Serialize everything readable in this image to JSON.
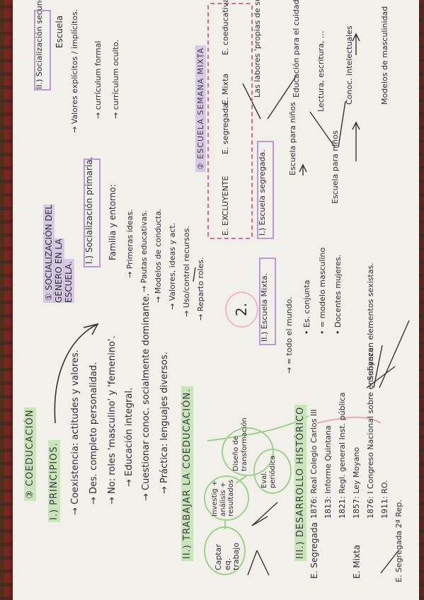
{
  "header": {
    "title": "③ COEDUCACIÓN",
    "principios_heading": "I.) PRINCIPIOS.",
    "principios": [
      "→ Coexistencia: actitudes y valores.",
      "→ Des. completo personalidad.",
      "→ No: roles 'masculino' y 'femenino'.",
      "→ Educación integral.",
      "→ Cuestionar conoc. socialmente dominante.",
      "→ Práctica: lenguajes diversos."
    ]
  },
  "trabajar": {
    "heading": "II.) TRABAJAR LA COEDUCACIÓN.",
    "nodes": [
      "Captar eq. trabajo",
      "Investig + análisis + resultados",
      "Diseño de transformación",
      "Eval. periódica"
    ]
  },
  "desarrollo": {
    "heading": "III.) DESARROLLO HISTÓRICO",
    "e_segregada": "E. Segregada",
    "e_mixta": "E. Mixta",
    "e_segregada2": "E. Segregada 2ª Rep.",
    "events": [
      "1876: Real Colegio Carlos III",
      "1813: Informe Quintana",
      "1821: Regl. general Inst. pública",
      "1857: Ley Moyano",
      "1876: I Congreso Nacional sobre enseñanza",
      "1911: RO."
    ]
  },
  "socializacion": {
    "heading": "① SOCIALIZACIÓN DEL GÉNERO EN LA ESCUELA.",
    "primaria_heading": "I.) Socialización primaria.",
    "primaria_intro": "Familia y entorno:",
    "primaria_items": [
      "→ Primeras ideas.",
      "→ Pautas educativas.",
      "→ Modelos de conducta.",
      "→ Valores, ideas y act.",
      "→ Uso/control recursos.",
      "→ Reparto roles."
    ],
    "number": "2.",
    "secundaria_heading": "II.) Socialización secundaria",
    "secundaria_sub": "Escuela",
    "secundaria_items": [
      "→ Valores explícitos / implícitos.",
      "→ currículum formal",
      "→ currículum oculto."
    ]
  },
  "escuela_mixta": {
    "heading": "II.) Escuela Mixta.",
    "items": [
      "→ = todo el mundo.",
      "• Es. conjunta",
      "• = modelo masculino",
      "• Docentes mujeres."
    ],
    "bottom": "Subyacen elementos sexistas."
  },
  "escuela_segregada": {
    "heading": "I.) Escuela segregada.",
    "ninos": "Escuela para niños",
    "ninos_targets": [
      "Las labores 'propias de su sexo'",
      "Educación para el cuidado doméstico"
    ],
    "ninos2": "Escuela para niños",
    "ninos2_targets": [
      "Lectura, escritura, ...",
      "Conoc. intelectuales",
      "Modelos de masculinidad"
    ]
  },
  "semana": {
    "heading": "② ESCUELA SEMANA MIXTA",
    "steps": [
      "E. EXCLUYENTE",
      "E. segregada",
      "E. Mixta",
      "E. coeducativa"
    ]
  },
  "colors": {
    "green": "#9fd28b",
    "purple": "#b79ad6",
    "pink": "#d86a96",
    "ink": "#2d2d33"
  }
}
